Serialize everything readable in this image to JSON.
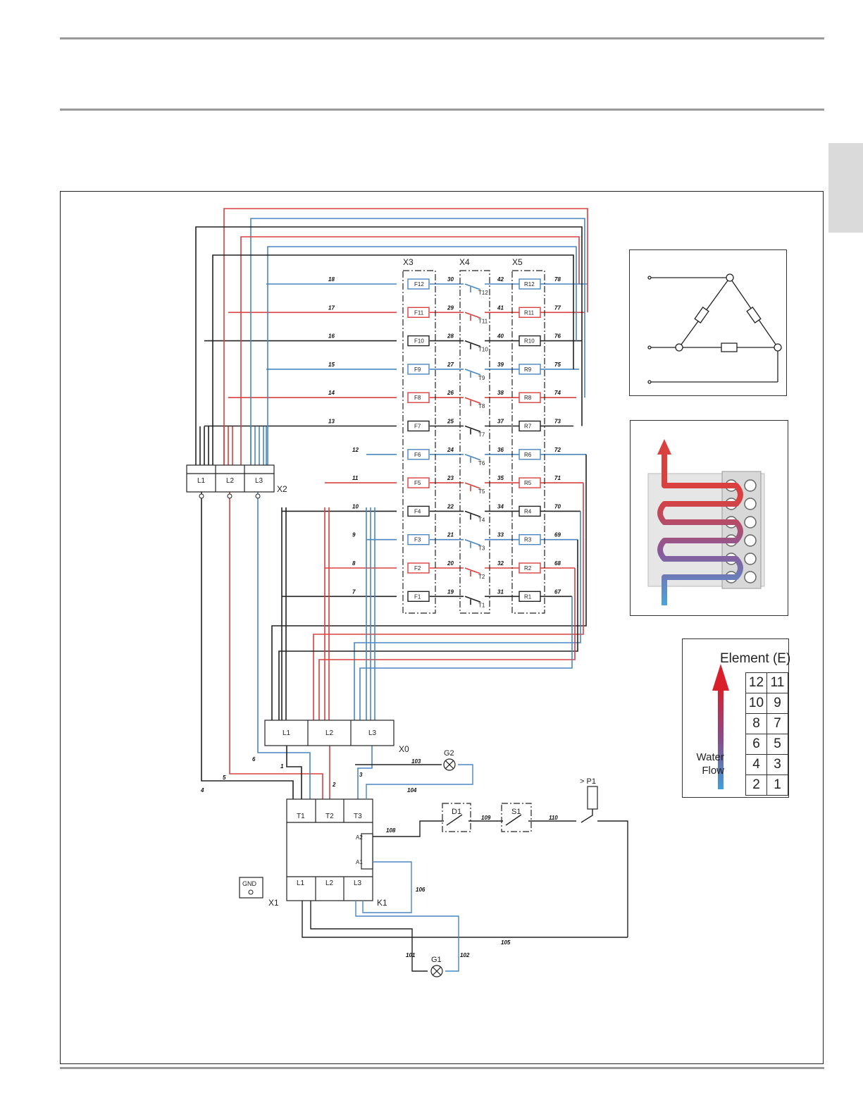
{
  "colors": {
    "red": "#d9403f",
    "blue": "#4a86c0",
    "black": "#222222",
    "wire_grey": "#9a9a9a"
  },
  "schematic": {
    "terminal_blocks": {
      "x3": "X3",
      "x4": "X4",
      "x5": "X5",
      "x2": "X2",
      "x0": "X0",
      "x1": "X1",
      "k1": "K1",
      "phase_l1": "L1",
      "phase_l2": "L2",
      "phase_l3": "L3",
      "t1": "T1",
      "t2": "T2",
      "t3": "T3",
      "a1": "A1",
      "a2": "A2",
      "gnd": "GND"
    },
    "rows": [
      {
        "fuse": "F12",
        "thermo": "T12",
        "res": "R12",
        "wire_a": "18",
        "wire_f": "30",
        "wire_t": "42",
        "wire_r": "78",
        "color": "blue"
      },
      {
        "fuse": "F11",
        "thermo": "T11",
        "res": "R11",
        "wire_a": "17",
        "wire_f": "29",
        "wire_t": "41",
        "wire_r": "77",
        "color": "red"
      },
      {
        "fuse": "F10",
        "thermo": "T10",
        "res": "R10",
        "wire_a": "16",
        "wire_f": "28",
        "wire_t": "40",
        "wire_r": "76",
        "color": "black"
      },
      {
        "fuse": "F9",
        "thermo": "T9",
        "res": "R9",
        "wire_a": "15",
        "wire_f": "27",
        "wire_t": "39",
        "wire_r": "75",
        "color": "blue"
      },
      {
        "fuse": "F8",
        "thermo": "T8",
        "res": "R8",
        "wire_a": "14",
        "wire_f": "26",
        "wire_t": "38",
        "wire_r": "74",
        "color": "red"
      },
      {
        "fuse": "F7",
        "thermo": "T7",
        "res": "R7",
        "wire_a": "13",
        "wire_f": "25",
        "wire_t": "37",
        "wire_r": "73",
        "color": "black"
      },
      {
        "fuse": "F6",
        "thermo": "T6",
        "res": "R6",
        "wire_a": "12",
        "wire_f": "24",
        "wire_t": "36",
        "wire_r": "72",
        "color": "blue"
      },
      {
        "fuse": "F5",
        "thermo": "T5",
        "res": "R5",
        "wire_a": "11",
        "wire_f": "23",
        "wire_t": "35",
        "wire_r": "71",
        "color": "red"
      },
      {
        "fuse": "F4",
        "thermo": "T4",
        "res": "R4",
        "wire_a": "10",
        "wire_f": "22",
        "wire_t": "34",
        "wire_r": "70",
        "color": "black"
      },
      {
        "fuse": "F3",
        "thermo": "T3",
        "res": "R3",
        "wire_a": "9",
        "wire_f": "21",
        "wire_t": "33",
        "wire_r": "69",
        "color": "blue"
      },
      {
        "fuse": "F2",
        "thermo": "T2",
        "res": "R2",
        "wire_a": "8",
        "wire_f": "20",
        "wire_t": "32",
        "wire_r": "68",
        "color": "red"
      },
      {
        "fuse": "F1",
        "thermo": "T1",
        "res": "R1",
        "wire_a": "7",
        "wire_f": "19",
        "wire_t": "31",
        "wire_r": "67",
        "color": "black"
      }
    ],
    "pin_1": "1",
    "pin_2": "2",
    "pin_3": "3",
    "lower_wires": {
      "w1": "1",
      "w2": "2",
      "w3": "3",
      "w4": "4",
      "w5": "5",
      "w6": "6",
      "w101": "101",
      "w102": "102",
      "w103": "103",
      "w104": "104",
      "w105": "105",
      "w106": "106",
      "w108": "108",
      "w109": "109",
      "w110": "110"
    },
    "components": {
      "g1": "G1",
      "g2": "G2",
      "d1": "D1",
      "s1": "S1",
      "p1": "> P1"
    }
  },
  "legend": {
    "title": "Element (E)",
    "grid": [
      [
        "12",
        "11"
      ],
      [
        "10",
        "9"
      ],
      [
        "8",
        "7"
      ],
      [
        "6",
        "5"
      ],
      [
        "4",
        "3"
      ],
      [
        "2",
        "1"
      ]
    ],
    "water_label_1": "Water",
    "water_label_2": "Flow"
  }
}
